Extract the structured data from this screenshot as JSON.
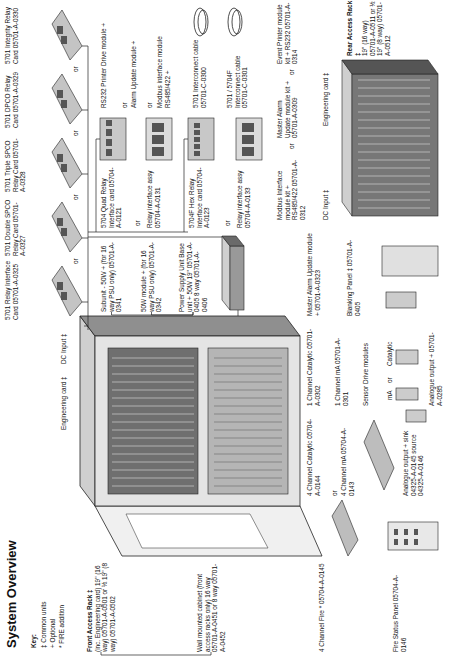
{
  "diagram": {
    "title": "System Overview",
    "nodes": [
      {
        "text": [
          "Front Access Rack ‡",
          "(inc. Engineering card) 19\" (16 way) 05701-A-0501 or ½ 19\" (8 way) 05701-A-0502"
        ]
      },
      {
        "text": [
          "Wall mounted cabinet (front access racks only) 16 way 05701-A-0451 or 8 way 05701-A-0452"
        ]
      },
      {
        "text": [
          "Engineering card ‡"
        ]
      },
      {
        "text": [
          "DC Input ‡"
        ]
      },
      {
        "text": [
          "5701 Relay Interface Card 05701-A-0325"
        ]
      },
      {
        "text": [
          "5701 Double SPCO Relay Card 05701-A-0327"
        ]
      },
      {
        "text": [
          "5701 Triple SPCO Relay Card 05701-A-0328"
        ]
      },
      {
        "text": [
          "5701 DPCO Relay Card 05701-A-0329"
        ]
      },
      {
        "text": [
          "5701 Integrity Relay Card 05701-A-0330"
        ]
      },
      {
        "text": [
          "Subunit - 50W + (for 16 way PSU only) 05701-A-0341"
        ]
      },
      {
        "text": [
          "50W module + (for 16 way PSU only) 05701-A-0342"
        ]
      },
      {
        "text": [
          "Power Supply Unit Base unit + 50W 19\" 05701-A-0405 8 way 05701-A-0406"
        ]
      },
      {
        "text": [
          "5704 Quad Relay Interface card 05704-A-0121"
        ]
      },
      {
        "text": [
          "Relay interface assy 05704-A-0131"
        ]
      },
      {
        "text": [
          "5704F Hex Relay Interface card 05704-A-0123"
        ]
      },
      {
        "text": [
          "Relay interface assy 05704-A-0133"
        ]
      },
      {
        "text": [
          "RS232 Printer Drive module +"
        ]
      },
      {
        "text": [
          "Alarm Update module +"
        ]
      },
      {
        "text": [
          "Modbus interface module RS485/422 +"
        ]
      },
      {
        "text": [
          "5701 Interconnect cable 05701-C-0300"
        ]
      },
      {
        "text": [
          "5701 / 5704F Interconnect cable 05701-C-0301"
        ]
      },
      {
        "text": [
          "4 Channel Fire * 05704-A-0145"
        ]
      },
      {
        "text": [
          "Fire Status Panel 05704-A-0146"
        ]
      },
      {
        "text": [
          "4 Channel Catalytic 05704-A-0144"
        ]
      },
      {
        "text": [
          "4 Channel mA 05704-A-0143"
        ]
      },
      {
        "text": [
          "Analogue output + sink 04325-A-0145 source 04325-A-0146"
        ]
      },
      {
        "text": [
          "1 Channel Catalytic 05701-A-0302"
        ]
      },
      {
        "text": [
          "1 Channel mA 05701-A-0301"
        ]
      },
      {
        "text": [
          "Sensor Drive modules"
        ]
      },
      {
        "text": [
          "Analogue output + 05701-A-0285"
        ]
      },
      {
        "text": [
          "Master Alarm Update module + 05701-A-0323"
        ]
      },
      {
        "text": [
          "Blanking Panel ‡ 05701-A-0405"
        ]
      },
      {
        "text": [
          "Modbus Interface module kit + RS485/422 05701-A-0312"
        ]
      },
      {
        "text": [
          "Master Alarm Update module kit + 05701-A-0309"
        ]
      },
      {
        "text": [
          "Event Printer module kit + RS232 05701-A-0314"
        ]
      },
      {
        "text": [
          "DC Input ‡"
        ]
      },
      {
        "text": [
          "Engineering card ‡"
        ]
      },
      {
        "text": [
          "Rear Access Rack ‡",
          "19\" (16 way) 05701-A-0511 or ½ 19\" (8 way) 05701-A-0512"
        ]
      }
    ],
    "edges": [
      {
        "from": 0,
        "to": 1,
        "arrow": "none"
      },
      {
        "from": 11,
        "to": 9,
        "arrow": "none"
      },
      {
        "from": 11,
        "to": 10,
        "arrow": "none"
      }
    ],
    "labels": [
      "Key:",
      "‡ Common units",
      "+ Optional",
      "* FIRE addition",
      "or",
      "or",
      "or",
      "or",
      "or",
      "or",
      "or",
      "or",
      "or",
      "or",
      "or",
      "mA",
      "or",
      "Catalytic"
    ]
  }
}
